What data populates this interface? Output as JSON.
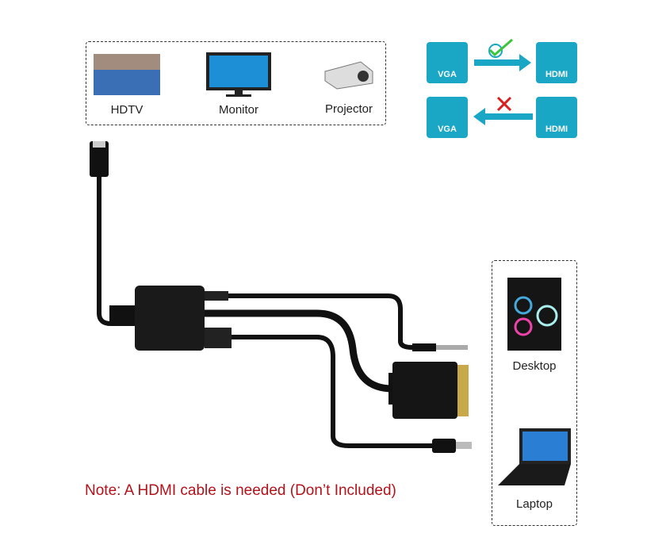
{
  "devices_top": [
    {
      "label": "HDTV",
      "icon": "tv-icon"
    },
    {
      "label": "Monitor",
      "icon": "monitor-icon"
    },
    {
      "label": "Projector",
      "icon": "projector-icon"
    }
  ],
  "direction": {
    "forward": {
      "from": "VGA",
      "to": "HDMI",
      "status": "supported"
    },
    "reverse": {
      "from": "HDMI",
      "to": "VGA",
      "status": "not-supported"
    }
  },
  "devices_right": [
    {
      "label": "Desktop",
      "icon": "desktop-icon"
    },
    {
      "label": "Laptop",
      "icon": "laptop-icon"
    }
  ],
  "note": "Note: A HDMI cable is needed (Don’t Included)",
  "colors": {
    "tile": "#1aa7c6",
    "note": "#b3121b",
    "check": "#3cc43c",
    "cross": "#d92020"
  }
}
